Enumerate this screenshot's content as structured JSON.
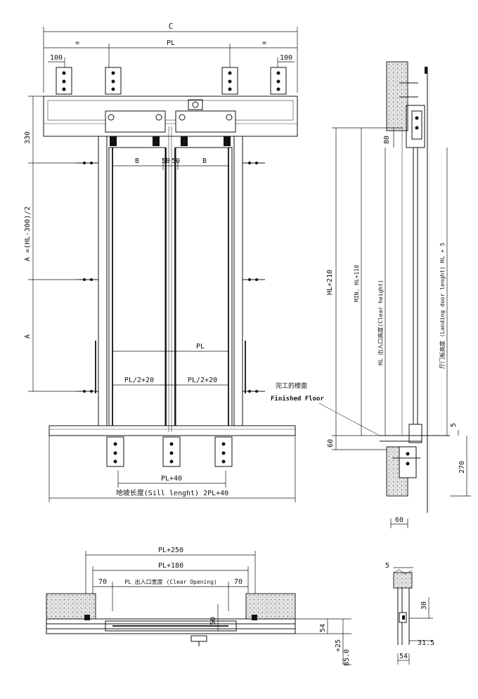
{
  "front_view": {
    "dim_c": "C",
    "dim_eq_left": "=",
    "dim_pl_top": "PL",
    "dim_eq_right": "=",
    "dim_100_left": "100",
    "dim_100_right": "100",
    "dim_330": "330",
    "dim_a_half": "A =(HL-300)/2",
    "dim_a": "A",
    "dim_b_left": "B",
    "dim_50_left": "50",
    "dim_50_right": "50",
    "dim_b_right": "B",
    "dim_pl_mid": "PL",
    "dim_pl2_left": "PL/2+20",
    "dim_pl2_right": "PL/2+20",
    "dim_pl40": "PL+40",
    "sill_length": "地坡长度(Sill lenght) 2PL+40"
  },
  "side_view": {
    "hl210": "HL+210",
    "min_hl110": "MIN. HL+110",
    "clear_height": "HL 出入口高度(Clear height)",
    "landing_door": "厅门板高度 (Landing door lenght) HL + 5",
    "dim_80": "80",
    "dim_5": "5",
    "dim_60_left": "60",
    "dim_270": "270",
    "dim_60_bottom": "60",
    "finished_floor_cn": "完工的楼面",
    "finished_floor_en": "Finished Floor"
  },
  "plan_view": {
    "pl250": "PL+250",
    "pl180": "PL+180",
    "dim_70_left": "70",
    "clear_opening": "PL 出入口宽度 (Clear Opening)",
    "dim_70_right": "70",
    "dim_50": "50",
    "dim_54": "54",
    "dim_25": "+25",
    "dim_85": "85.0"
  },
  "detail_view": {
    "dim_5": "5",
    "dim_30": "30",
    "dim_315": "31.5",
    "dim_54": "54"
  }
}
